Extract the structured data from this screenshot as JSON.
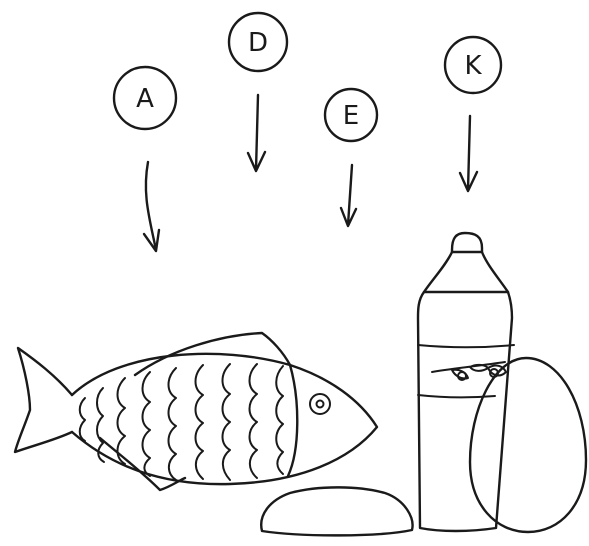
{
  "labels": {
    "a": "A",
    "d": "D",
    "e": "E",
    "k": "K"
  },
  "colors": {
    "ink": "#1a1a1a",
    "background": "#ffffff"
  }
}
